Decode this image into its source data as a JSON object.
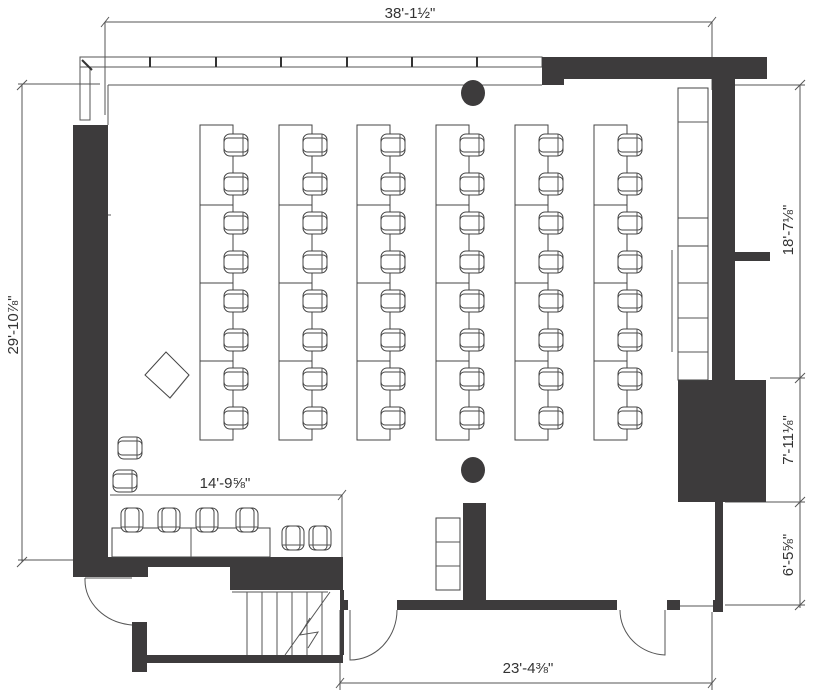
{
  "dimensions": {
    "overall_width": "38'-1½\"",
    "overall_depth": "29'-10⅞\"",
    "right_upper": "18'-7⅛\"",
    "right_middle": "7'-11⅛\"",
    "right_lower": "6'-5⅝\"",
    "counter_width": "14'-9⅝\"",
    "bottom_width": "23'-4⅜\""
  },
  "layout": {
    "desk_columns": 6,
    "chairs_per_column": 8,
    "wall_color": "#3d3b3c"
  }
}
